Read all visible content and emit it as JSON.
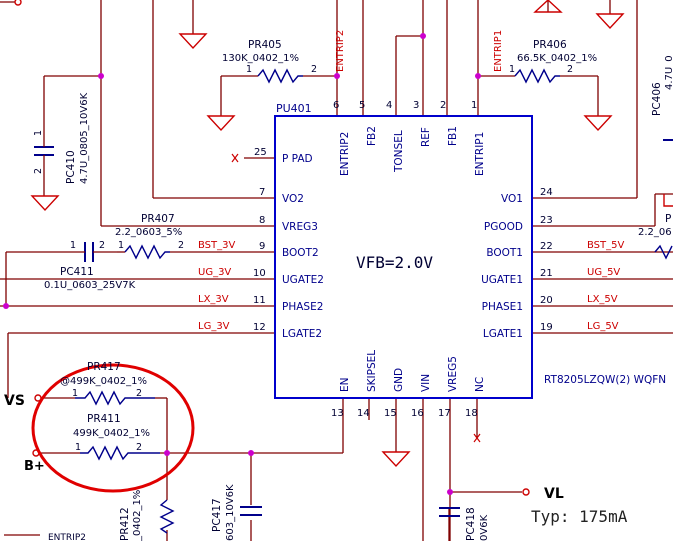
{
  "colors": {
    "wire": "#800000",
    "part": "#00008b",
    "net_label": "#cc0000",
    "text": "#000033",
    "junction": "#cc00cc",
    "highlight": "#e00000",
    "ground": "#cc0000"
  },
  "chip": {
    "ref": "PU401",
    "part_number": "RT8205LZQW(2) WQFN",
    "center_text": "VFB=2.0V",
    "pins_top": [
      {
        "num": "6",
        "name": "ENTRIP2"
      },
      {
        "num": "5",
        "name": "FB2"
      },
      {
        "num": "4",
        "name": "TONSEL"
      },
      {
        "num": "3",
        "name": "REF"
      },
      {
        "num": "2",
        "name": "FB1"
      },
      {
        "num": "1",
        "name": "ENTRIP1"
      }
    ],
    "pins_left": [
      {
        "num": "25",
        "name": "P PAD"
      },
      {
        "num": "7",
        "name": "VO2"
      },
      {
        "num": "8",
        "name": "VREG3"
      },
      {
        "num": "9",
        "name": "BOOT2"
      },
      {
        "num": "10",
        "name": "UGATE2"
      },
      {
        "num": "11",
        "name": "PHASE2"
      },
      {
        "num": "12",
        "name": "LGATE2"
      }
    ],
    "pins_right": [
      {
        "num": "24",
        "name": "VO1"
      },
      {
        "num": "23",
        "name": "PGOOD"
      },
      {
        "num": "22",
        "name": "BOOT1"
      },
      {
        "num": "21",
        "name": "UGATE1"
      },
      {
        "num": "20",
        "name": "PHASE1"
      },
      {
        "num": "19",
        "name": "LGATE1"
      }
    ],
    "pins_bottom": [
      {
        "num": "13",
        "name": "EN"
      },
      {
        "num": "14",
        "name": "SKIPSEL"
      },
      {
        "num": "15",
        "name": "GND"
      },
      {
        "num": "16",
        "name": "VIN"
      },
      {
        "num": "17",
        "name": "VREG5"
      },
      {
        "num": "18",
        "name": "NC"
      }
    ]
  },
  "net_labels": {
    "entrip2_top": "ENTRIP2",
    "entrip1_top": "ENTRIP1",
    "bst_3v": "BST_3V",
    "ug_3v": "UG_3V",
    "lx_3v": "LX_3V",
    "lg_3v": "LG_3V",
    "bst_5v": "BST_5V",
    "ug_5v": "UG_5V",
    "lx_5v": "LX_5V",
    "lg_5v": "LG_5V",
    "vs": "VS",
    "bplus": "B+",
    "vl": "VL",
    "entrip2_bottom": "ENTRIP2"
  },
  "typ_note": "Typ: 175mA",
  "components": {
    "pr405": {
      "ref": "PR405",
      "value": "130K_0402_1%",
      "pin1": "1",
      "pin2": "2"
    },
    "pr406": {
      "ref": "PR406",
      "value": "66.5K_0402_1%",
      "pin1": "1",
      "pin2": "2"
    },
    "pr407": {
      "ref": "PR407",
      "value": "2.2_0603_5%",
      "pin1": "1",
      "pin2": "2"
    },
    "pc410": {
      "ref": "PC410",
      "value": "4.7U_0805_10V6K",
      "pin1": "1",
      "pin2": "2"
    },
    "pc411": {
      "ref": "PC411",
      "value": "0.1U_0603_25V7K",
      "pin1": "1",
      "pin2": "2"
    },
    "pr417": {
      "ref": "PR417",
      "value": "@499K_0402_1%",
      "pin1": "1",
      "pin2": "2"
    },
    "pr411": {
      "ref": "PR411",
      "value": "499K_0402_1%",
      "pin1": "1",
      "pin2": "2"
    },
    "pr412": {
      "ref": "PR412",
      "value": "_0402_1%"
    },
    "pc417": {
      "ref": "PC417",
      "value": "603_10V6K"
    },
    "pc418": {
      "ref": "PC418",
      "value": "0V6K"
    },
    "pc406": {
      "ref": "PC406",
      "value": "4.7U_0"
    },
    "right_partial": {
      "ref": "P",
      "value": "2.2_06"
    }
  }
}
